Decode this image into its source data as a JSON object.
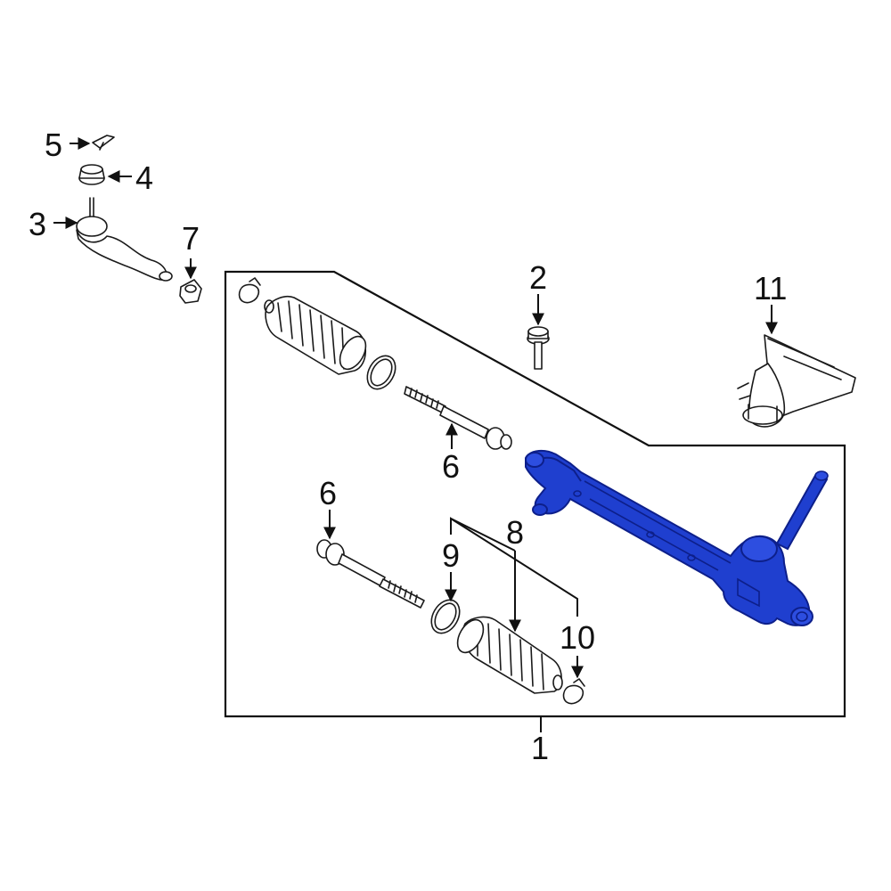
{
  "callouts": {
    "c1": "1",
    "c2": "2",
    "c3": "3",
    "c4": "4",
    "c5": "5",
    "c6a": "6",
    "c6b": "6",
    "c7": "7",
    "c8": "8",
    "c9": "9",
    "c10": "10",
    "c11": "11"
  },
  "colors": {
    "highlight": "#1f3fcf",
    "highlight_dark": "#0d1f8a",
    "line": "#111111"
  }
}
